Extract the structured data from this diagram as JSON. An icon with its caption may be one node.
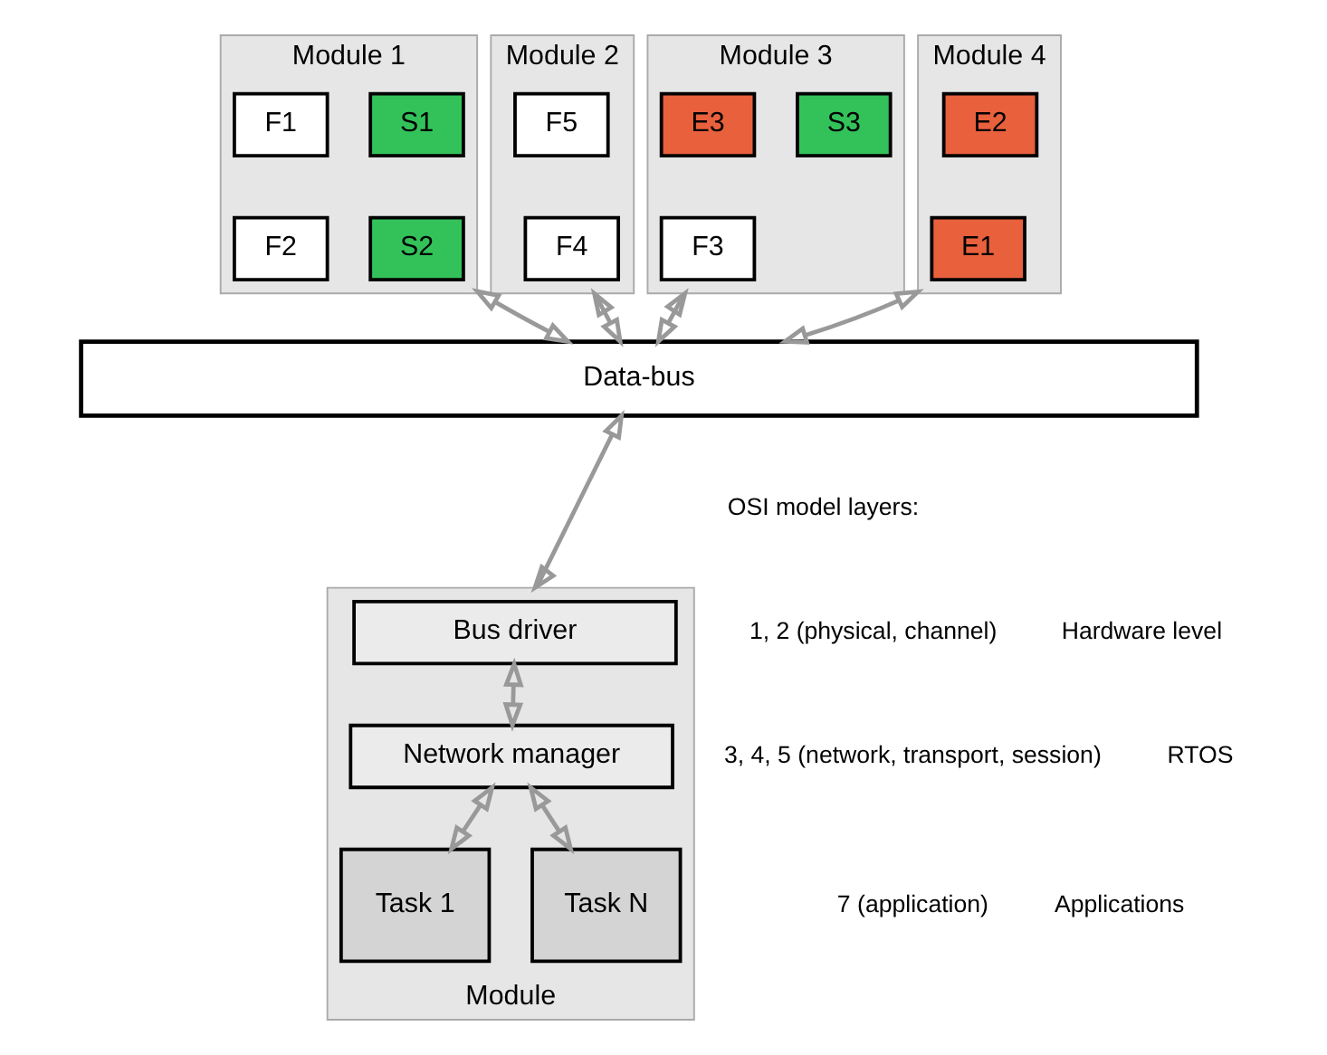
{
  "diagram": {
    "nodes": [
      {
        "text": [
          "Module 1"
        ]
      },
      {
        "text": [
          "S1"
        ],
        "in": 0
      },
      {
        "text": [
          "F1"
        ],
        "in": 0
      },
      {
        "text": [
          "S2"
        ],
        "in": 0
      },
      {
        "text": [
          "F2"
        ],
        "in": 0
      },
      {
        "text": [
          "Module 2"
        ]
      },
      {
        "text": [
          "F4"
        ],
        "in": 5
      },
      {
        "text": [
          "F5"
        ],
        "in": 5
      },
      {
        "text": [
          "Module 3"
        ]
      },
      {
        "text": [
          "S3"
        ],
        "in": 8
      },
      {
        "text": [
          "E3"
        ],
        "in": 8
      },
      {
        "text": [
          "F3"
        ],
        "in": 8
      },
      {
        "text": [
          "Module 4"
        ]
      },
      {
        "text": [
          "E1"
        ],
        "in": 12
      },
      {
        "text": [
          "E2"
        ],
        "in": 12
      },
      {
        "text": [
          "Data-bus"
        ]
      },
      {
        "text": [
          "Module"
        ]
      },
      {
        "text": [
          "Bus driver"
        ],
        "in": 16
      },
      {
        "text": [
          "Network manager"
        ],
        "in": 16
      },
      {
        "text": [
          "Task 1"
        ],
        "in": 16
      },
      {
        "text": [
          "Task N"
        ],
        "in": 16
      }
    ],
    "edges": [
      {
        "from": 0,
        "to": 15,
        "arrow": "both"
      },
      {
        "from": 5,
        "to": 15,
        "arrow": "both"
      },
      {
        "from": 8,
        "to": 15,
        "arrow": "both"
      },
      {
        "from": 12,
        "to": 15,
        "arrow": "both"
      },
      {
        "from": 15,
        "to": 16,
        "arrow": "both"
      },
      {
        "from": 17,
        "to": 18,
        "arrow": "both"
      },
      {
        "from": 18,
        "to": 19,
        "arrow": "both"
      },
      {
        "from": 18,
        "to": 20,
        "arrow": "both"
      }
    ],
    "labels": [
      "OSI model layers:",
      "1, 2 (physical, channel)",
      "Hardware level",
      "3, 4, 5 (network, transport, session)",
      "RTOS",
      "7 (application)",
      "Applications"
    ]
  }
}
